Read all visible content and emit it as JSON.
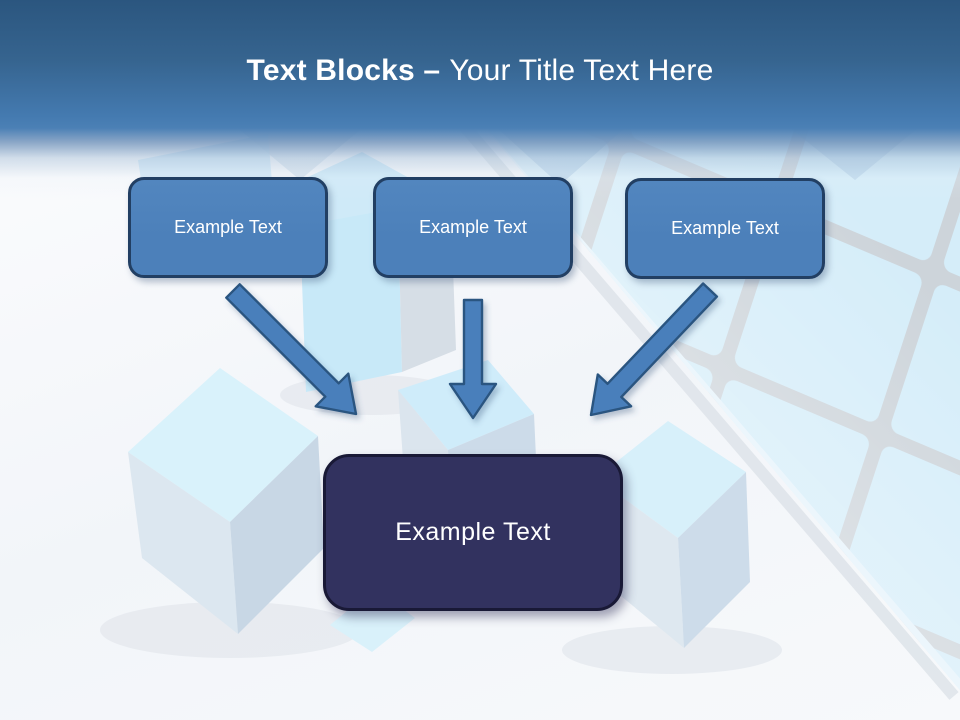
{
  "slide": {
    "title": {
      "bold": "Text Blocks –",
      "rest": "Your Title Text Here"
    },
    "blocks": [
      {
        "label": "Example Text"
      },
      {
        "label": "Example Text"
      },
      {
        "label": "Example Text"
      }
    ],
    "result_block": {
      "label": "Example Text"
    },
    "colors": {
      "header_top": "#2b567f",
      "header_bottom": "#4b80b5",
      "title_text": "#ffffff",
      "block_fill": "#4c80ba",
      "block_border": "#223f63",
      "block_text": "#ffffff",
      "result_fill": "#32325f",
      "result_border": "#191936",
      "result_text": "#ffffff",
      "arrow_fill": "#4a7fbb",
      "arrow_stroke": "#2a5480",
      "cube_face": "#d5edf9"
    }
  }
}
